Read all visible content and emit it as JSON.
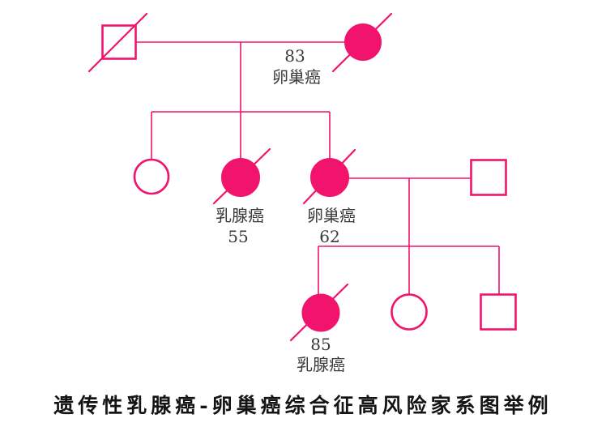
{
  "title": "遗传性乳腺癌-卵巢癌综合征高风险家系图举例",
  "colors": {
    "accent": "#F1136C",
    "label_text": "#3A3A3A",
    "title_text": "#141414",
    "background": "#FFFFFF"
  },
  "legend_semantics": {
    "square": "male",
    "circle": "female",
    "filled": "affected",
    "slash": "deceased"
  },
  "pedigree": {
    "gen1": {
      "father": {
        "sex": "male",
        "deceased": true,
        "affected": false
      },
      "mother": {
        "sex": "female",
        "deceased": true,
        "affected": true,
        "age": "83",
        "condition": "卵巢癌"
      }
    },
    "gen2": {
      "daughter1": {
        "sex": "female",
        "deceased": false,
        "affected": false
      },
      "daughter2": {
        "sex": "female",
        "deceased": true,
        "affected": true,
        "condition": "乳腺癌",
        "age": "55"
      },
      "daughter3": {
        "sex": "female",
        "deceased": true,
        "affected": true,
        "condition": "卵巢癌",
        "age": "62"
      },
      "spouse": {
        "sex": "male",
        "deceased": false,
        "affected": false
      }
    },
    "gen3": {
      "daughter1": {
        "sex": "female",
        "deceased": true,
        "affected": true,
        "age": "85",
        "condition": "乳腺癌"
      },
      "daughter2": {
        "sex": "female",
        "deceased": false,
        "affected": false
      },
      "son1": {
        "sex": "male",
        "deceased": false,
        "affected": false
      }
    }
  }
}
